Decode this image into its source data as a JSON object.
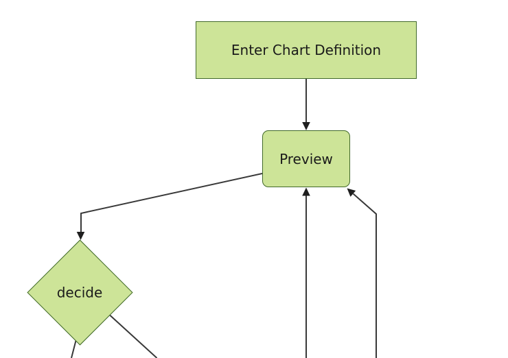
{
  "diagram_type": "flowchart",
  "nodes": [
    {
      "id": "A",
      "label": "Enter Chart Definition",
      "shape": "rectangle"
    },
    {
      "id": "B",
      "label": "Preview",
      "shape": "rounded-rectangle"
    },
    {
      "id": "C",
      "label": "decide",
      "shape": "diamond"
    }
  ],
  "edges": [
    {
      "from": "Enter Chart Definition",
      "to": "Preview",
      "arrowhead": "into Preview top"
    },
    {
      "from": "Preview",
      "to": "decide",
      "arrowhead": "into decide top"
    },
    {
      "from": "offscreen-bottom",
      "to": "Preview",
      "arrowhead": "into Preview bottom center"
    },
    {
      "from": "offscreen-bottom",
      "to": "Preview",
      "arrowhead": "into Preview bottom-right corner"
    },
    {
      "from": "decide",
      "to": "offscreen-bottom-left",
      "arrowhead": "none visible"
    },
    {
      "from": "decide",
      "to": "offscreen-bottom-right",
      "arrowhead": "none visible"
    }
  ],
  "colors": {
    "background": "#ffffff",
    "node_fill": "#cde498",
    "node_border": "#41692a",
    "edge_line": "#383838",
    "arrowhead": "#1f1f1f",
    "label_text": "#1a1a1a"
  }
}
